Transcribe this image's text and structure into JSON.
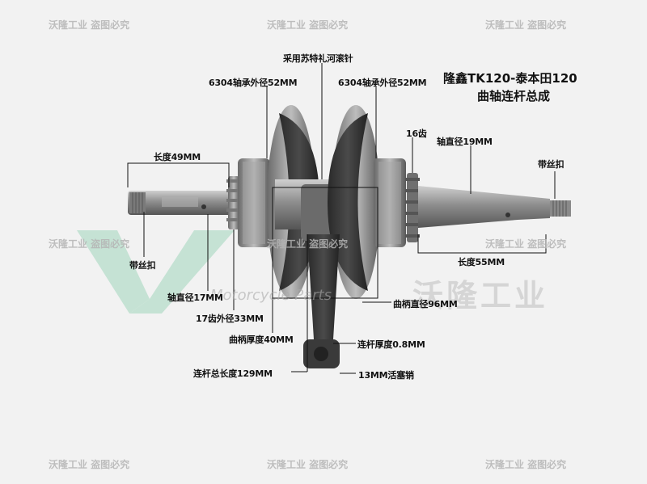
{
  "title": {
    "line1": "隆鑫TK120-泰本田120",
    "line2": "曲轴连杆总成"
  },
  "labels": {
    "needle_bearing": "采用苏特礼河滚针",
    "bearing_left": "6304轴承外径52MM",
    "bearing_right": "6304轴承外径52MM",
    "length_left": "长度49MM",
    "teeth_16": "16齿",
    "shaft_dia_right": "轴直径19MM",
    "thread_right": "带丝扣",
    "thread_left": "带丝扣",
    "length_right": "长度55MM",
    "shaft_dia_left": "轴直径17MM",
    "gear_17": "17齿外径33MM",
    "crank_dia": "曲柄直径96MM",
    "crank_thickness": "曲柄厚度40MM",
    "rod_thickness": "连杆厚度0.8MM",
    "rod_length": "连杆总长度129MM",
    "piston_pin": "13MM活塞销"
  },
  "watermark": {
    "text": "沃隆工业 盗图必究",
    "brand_cn": "沃隆工业",
    "brand_sub": "Motorcycle Parts"
  },
  "colors": {
    "background": "#f2f2f2",
    "metal": "#9a9a9a",
    "dark_metal": "#3a3a3a",
    "logo_green": "#8fcfb0"
  }
}
